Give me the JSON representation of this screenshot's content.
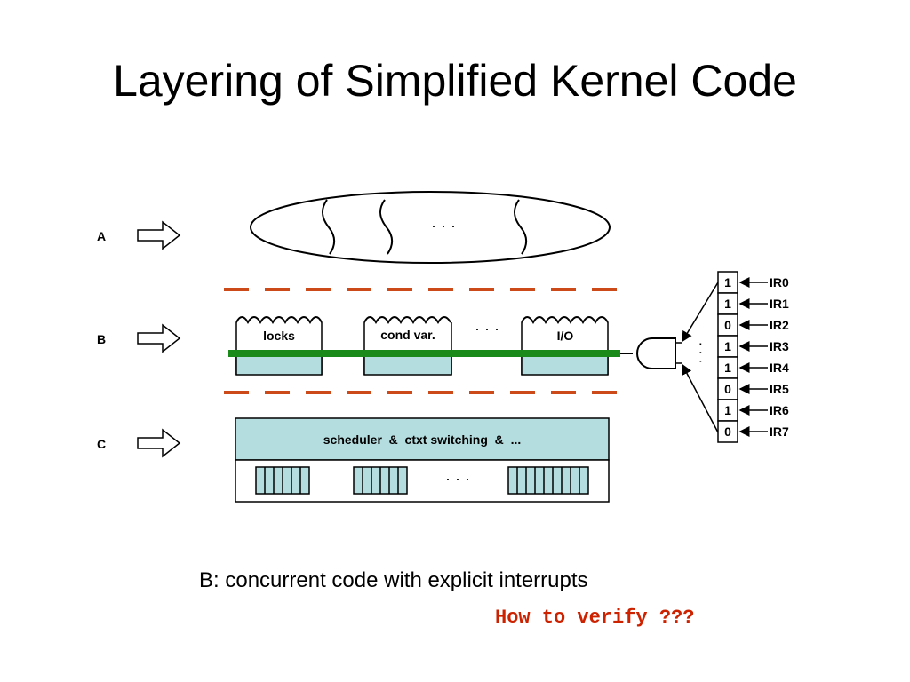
{
  "title": "Layering of Simplified Kernel Code",
  "layers": {
    "a": {
      "label": "A",
      "ellipsis": "· · ·"
    },
    "b": {
      "label": "B",
      "modules": [
        "locks",
        "cond var.",
        "I/O"
      ],
      "ellipsis": "· · ·"
    },
    "c": {
      "label": "C",
      "scheduler_label": "scheduler  &  ctxt switching  &  ...",
      "ellipsis": "· · ·"
    }
  },
  "interrupts": {
    "bits": [
      "1",
      "1",
      "0",
      "1",
      "1",
      "0",
      "1",
      "0"
    ],
    "lines": [
      "IR0",
      "IR1",
      "IR2",
      "IR3",
      "IR4",
      "IR5",
      "IR6",
      "IR7"
    ],
    "ellipsis": "· · ·"
  },
  "caption": "B: concurrent code with explicit interrupts",
  "question": "How to verify ???",
  "colors": {
    "dash": "#cc4a1a",
    "bar": "#1a8a1a",
    "fill": "#b4dde0",
    "question": "#cc2200"
  }
}
